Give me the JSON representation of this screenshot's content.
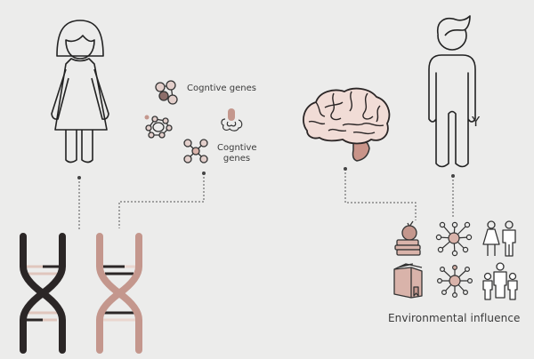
{
  "figure": {
    "background": "#ececeb",
    "accent_color": "#c4978d",
    "dark_color": "#2b2626",
    "pink_fill": "#d9b3aa"
  },
  "labels": {
    "cognitive_genes_top": "Cogntive genes",
    "cognitive_genes_bottom": "Cogntive genes",
    "y_chromosome": "Y",
    "environmental_influence": "Environmental influence"
  },
  "nodes": {
    "female_figure": "female-figure-icon",
    "male_figure": "male-figure-icon",
    "brain": "brain-icon",
    "chromosome_dark": "chromosome-dark-icon",
    "chromosome_pink": "chromosome-pink-icon",
    "gene_icons": [
      "molecule-cluster-icon",
      "molecule-pentagon-icon",
      "molecule-cross-icon",
      "cloud-gene-icon"
    ],
    "environment_icons": [
      "apple-books-icon",
      "network-hub-icon",
      "couple-icon",
      "book-box-icon",
      "network-hub-small-icon",
      "family-icon"
    ]
  }
}
